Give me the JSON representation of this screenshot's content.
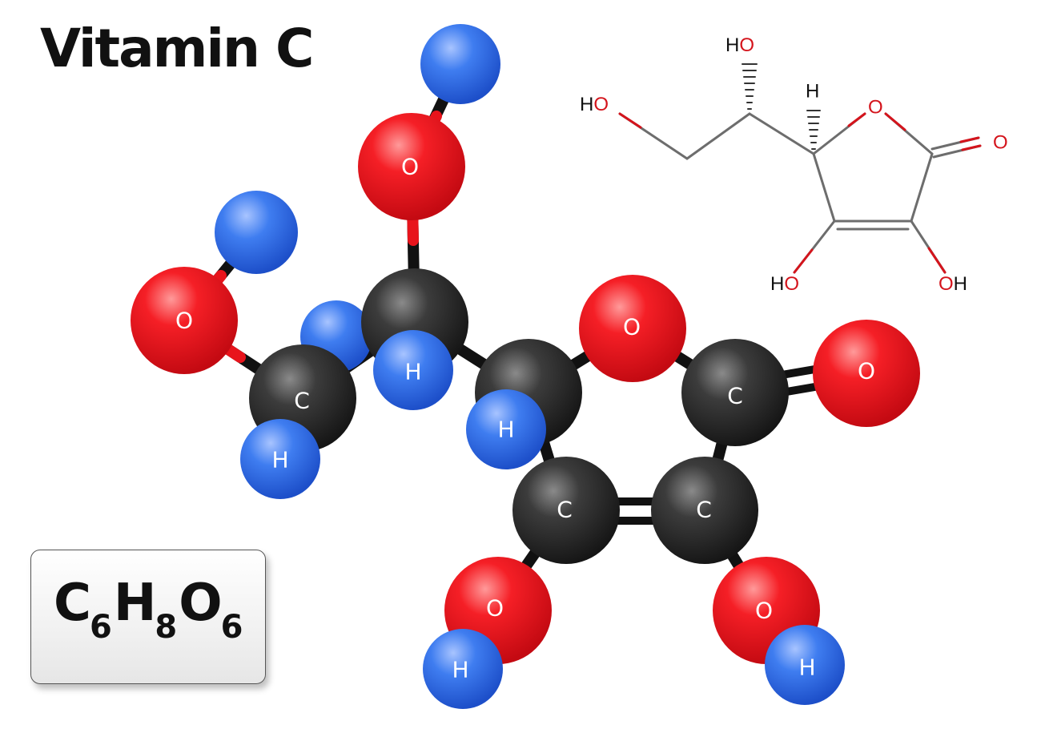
{
  "title": "Vitamin C",
  "formula": {
    "elements": [
      {
        "symbol": "C",
        "count": "6"
      },
      {
        "symbol": "H",
        "count": "8"
      },
      {
        "symbol": "O",
        "count": "6"
      }
    ]
  },
  "colors": {
    "carbon": "#2b2b2b",
    "oxygen": "#e8141c",
    "hydrogen": "#2f6fe8",
    "bond": "#111111",
    "structural_bond": "#6d6d6d",
    "structural_oxygen": "#d4141c"
  },
  "atom_labels": {
    "carbon": "C",
    "oxygen": "O",
    "hydrogen": "H"
  },
  "structural_formula": {
    "labels": {
      "ho_top": {
        "h": "H",
        "o": "O"
      },
      "ho_left": {
        "h": "H",
        "o": "O"
      },
      "h_stereo": "H",
      "ring_oxygen": "O",
      "carbonyl_oxygen": "O",
      "ho_bottom_left": {
        "h": "H",
        "o": "O"
      },
      "oh_bottom_right": {
        "o": "O",
        "h": "H"
      }
    }
  }
}
